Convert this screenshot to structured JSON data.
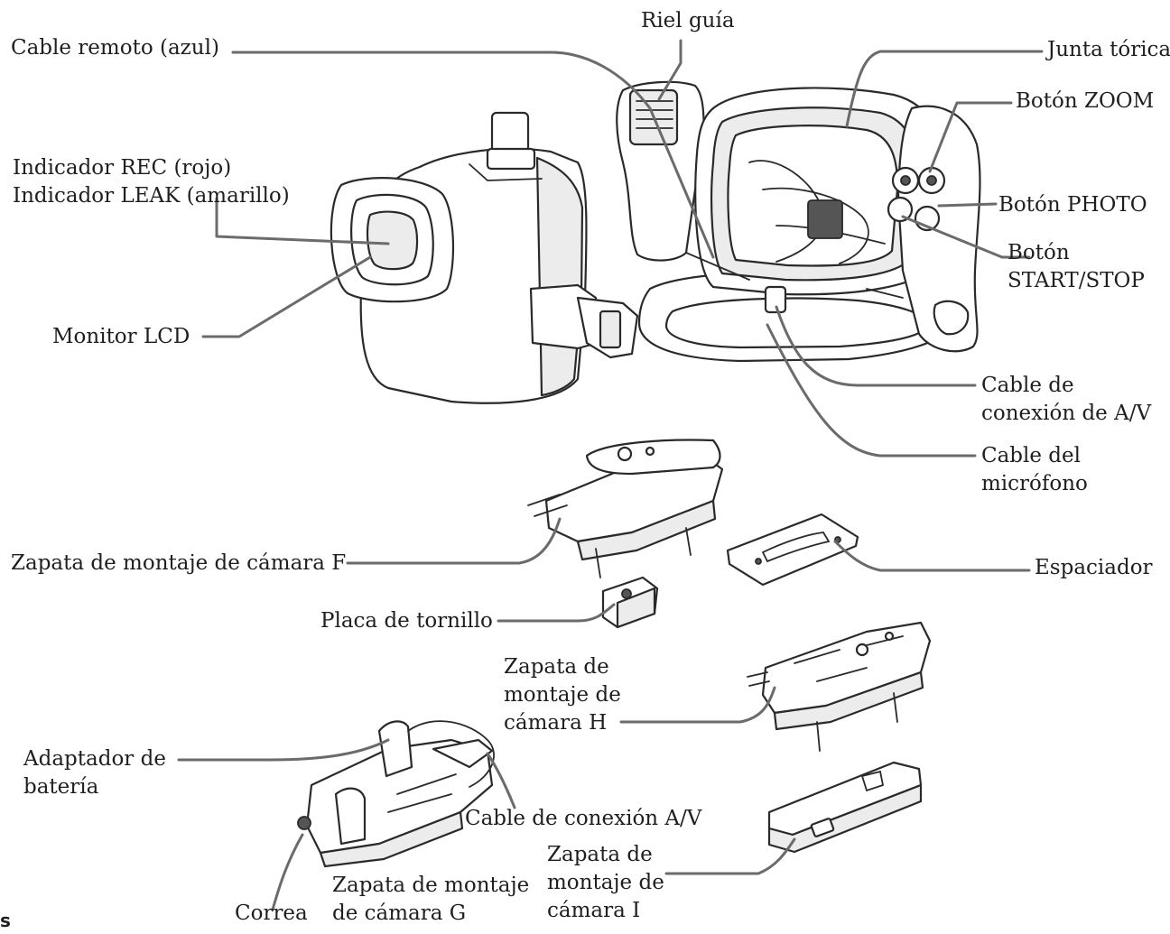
{
  "labels": {
    "cable_remoto": "Cable remoto (azul)",
    "riel_guia": "Riel guía",
    "junta_torica": "Junta tórica",
    "boton_zoom": "Botón ZOOM",
    "indicador_rec": "Indicador REC (rojo)",
    "indicador_leak": "Indicador LEAK (amarillo)",
    "boton_photo": "Botón PHOTO",
    "boton_start_1": "Botón",
    "boton_start_2": "START/STOP",
    "monitor_lcd": "Monitor LCD",
    "cable_av_1": "Cable de",
    "cable_av_2": "conexión de A/V",
    "cable_mic_1": "Cable del",
    "cable_mic_2": "micrófono",
    "zapata_f": "Zapata de montaje de cámara F",
    "espaciador": "Espaciador",
    "placa_tornillo": "Placa de tornillo",
    "zapata_h_1": "Zapata de",
    "zapata_h_2": "montaje de",
    "zapata_h_3": "cámara H",
    "adaptador_1": "Adaptador de",
    "adaptador_2": "batería",
    "cable_conexion_av": "Cable de conexión A/V",
    "zapata_i_1": "Zapata de",
    "zapata_i_2": "montaje de",
    "zapata_i_3": "cámara I",
    "zapata_g_1": "Zapata de montaje",
    "zapata_g_2": "de cámara G",
    "correa": "Correa",
    "page_fragment": "s"
  },
  "colors": {
    "text": "#1f1f1f",
    "leader": "#6b6b6b",
    "outline": "#2a2a2a",
    "background": "#ffffff"
  }
}
